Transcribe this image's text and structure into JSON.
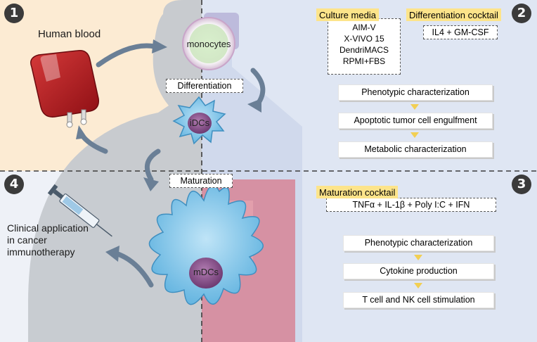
{
  "steps": {
    "one": "1",
    "two": "2",
    "three": "3",
    "four": "4"
  },
  "left": {
    "human_blood": "Human blood",
    "monocytes": "monocytes",
    "differentiation": "Differentiation",
    "idcs": "iDCs",
    "maturation": "Maturation",
    "mdcs": "mDCs",
    "clinical": [
      "Clinical application",
      "in cancer",
      "immunotherapy"
    ]
  },
  "culture_media": {
    "title": "Culture media",
    "items": [
      "AIM-V",
      "X-VIVO 15",
      "DendriMACS",
      "RPMI+FBS"
    ]
  },
  "differentiation_cocktail": {
    "title": "Differentiation cocktail",
    "value": "IL4 + GM-CSF"
  },
  "top_steps": [
    "Phenotypic characterization",
    "Apoptotic tumor cell engulfment",
    "Metabolic characterization"
  ],
  "maturation_cocktail": {
    "title": "Maturation cocktail",
    "value": "TNFα + IL-1β + Poly I:C + IFN"
  },
  "bottom_steps": [
    "Phenotypic characterization",
    "Cytokine production",
    "T cell and NK cell stimulation"
  ],
  "colors": {
    "top_left_bg": "#fcebd3",
    "right_bg": "#dfe6f3",
    "highlight": "#fde48a",
    "arrow_triangle": "#f2cf53",
    "cell_blue": "#7fc3e8",
    "nucleus": "#8a4f8c",
    "blood_red": "#b3161c"
  }
}
